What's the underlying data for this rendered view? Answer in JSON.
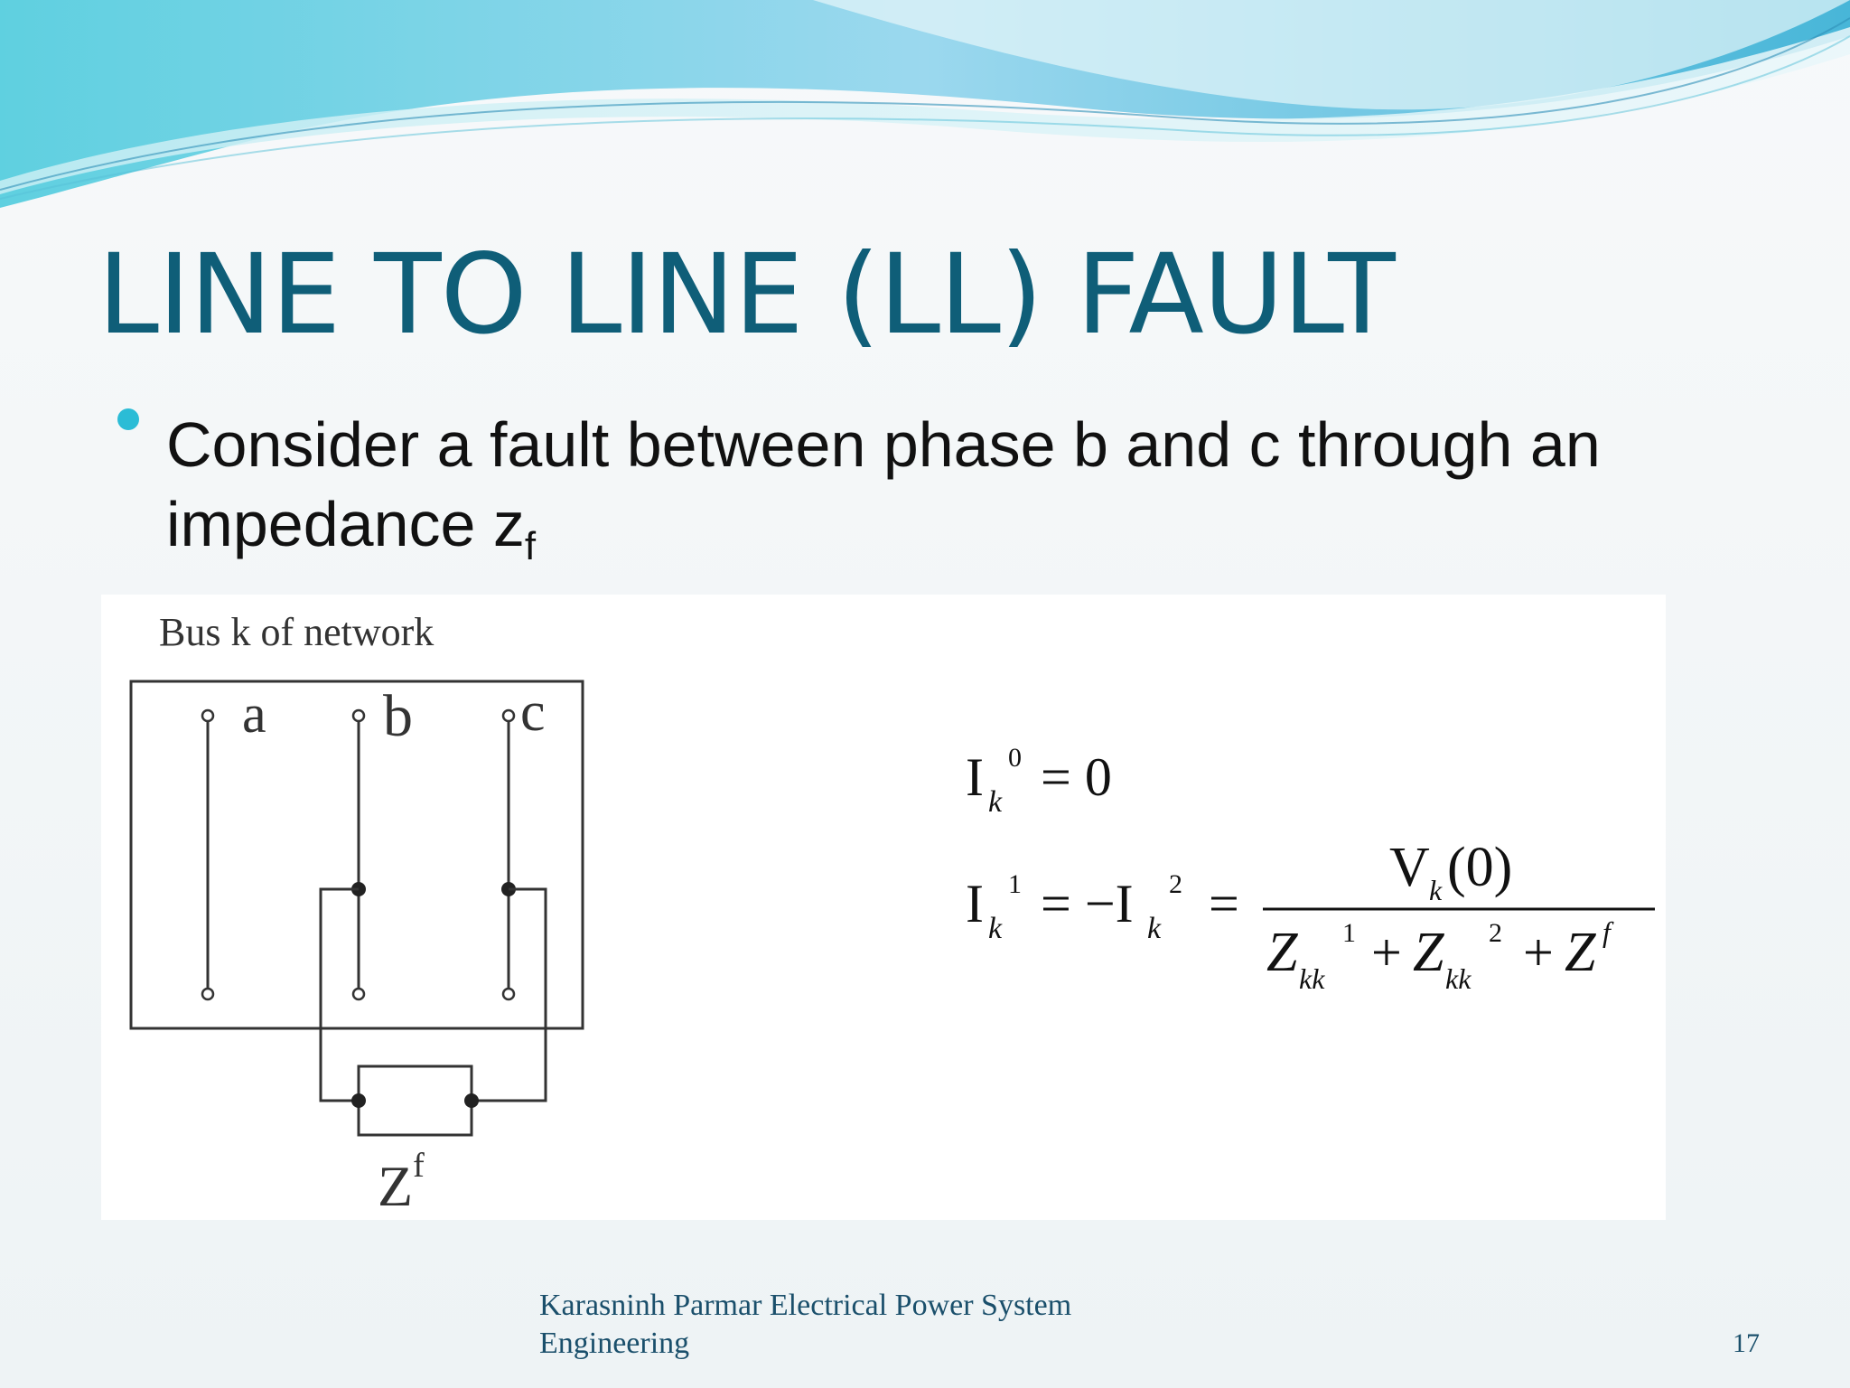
{
  "slide": {
    "title": "LINE TO LINE (LL) FAULT",
    "bullet": {
      "text": "Consider a fault between phase b and c through an impedance z",
      "subscript": "f"
    },
    "diagram": {
      "caption": "Bus k of network",
      "phase_labels": [
        "a",
        "b",
        "c"
      ],
      "impedance_label": "Z",
      "impedance_superscript": "f"
    },
    "equations": {
      "eq1": {
        "lhs": "I",
        "lhs_sub": "k",
        "lhs_sup": "0",
        "rhs": "= 0"
      },
      "eq2": {
        "lhs": "I",
        "lhs_sub": "k",
        "lhs_sup": "1",
        "mid": "= −I",
        "mid_sub": "k",
        "mid_sup": "2",
        "eq_sign": "=",
        "numerator": "V",
        "numerator_sub": "k",
        "numerator_tail": "(0)",
        "den_z1": "Z",
        "den_z1_sub": "kk",
        "den_z1_sup": "1",
        "den_plus1": "+",
        "den_z2": "Z",
        "den_z2_sub": "kk",
        "den_z2_sup": "2",
        "den_plus2": "+",
        "den_z3": "Z",
        "den_z3_sup": "f"
      }
    },
    "footer": {
      "line1": "Karasninh Parmar Electrical Power System",
      "line2": "Engineering"
    },
    "page_number": "17"
  },
  "colors": {
    "title": "#0f5e78",
    "bullet": "#2bbcd6",
    "footer": "#1a4f6b",
    "wave_light": "#a6e3ee",
    "wave_dark": "#3fa9cf"
  }
}
